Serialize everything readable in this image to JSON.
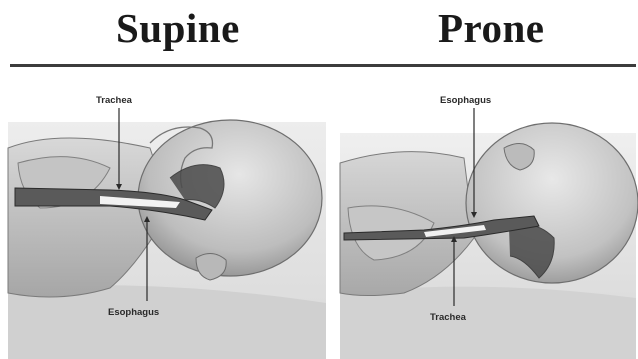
{
  "left": {
    "heading": "Supine",
    "label_top": "Trachea",
    "label_bottom": "Esophagus"
  },
  "right": {
    "heading": "Prone",
    "label_top": "Esophagus",
    "label_bottom": "Trachea"
  },
  "colors": {
    "skin": "#cfcfcf",
    "shadow": "#8c8c8c",
    "airway": "#3a3a3a",
    "rule": "#3c3c3c"
  }
}
